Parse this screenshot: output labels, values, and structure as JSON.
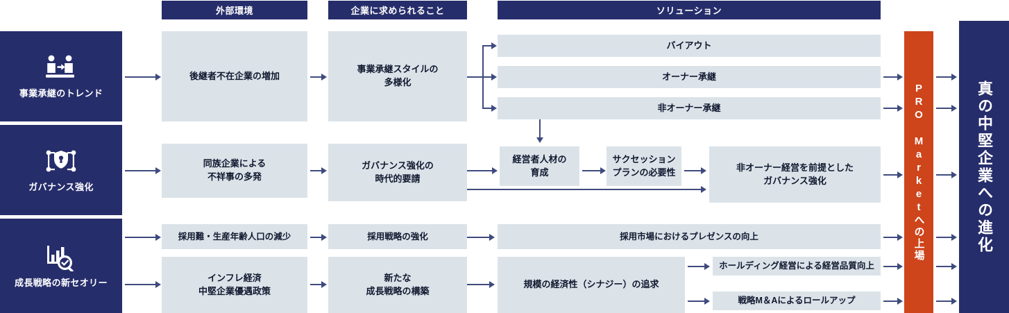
{
  "headers": [
    {
      "id": "external",
      "label": "外部環境"
    },
    {
      "id": "required",
      "label": "企業に求められること"
    },
    {
      "id": "solution",
      "label": "ソリューション"
    }
  ],
  "categories": [
    {
      "id": "succession",
      "label": "事業承継のトレンド",
      "icon": "people-handover-icon"
    },
    {
      "id": "governance",
      "label": "ガバナンス強化",
      "icon": "shield-keyhole-network-icon"
    },
    {
      "id": "growth",
      "label": "成長戦略の新セオリー",
      "icon": "bar-chart-magnifier-check-icon"
    }
  ],
  "external": [
    {
      "id": "ext-1",
      "label": "後継者不在企業の増加"
    },
    {
      "id": "ext-2",
      "label": "同族企業による\n不祥事の多発"
    },
    {
      "id": "ext-3",
      "label": "採用難・生産年齢人口の減少"
    },
    {
      "id": "ext-4",
      "label": "インフレ経済\n中堅企業優遇政策"
    }
  ],
  "required": [
    {
      "id": "req-1",
      "label": "事業承継スタイルの\n多様化"
    },
    {
      "id": "req-2",
      "label": "ガバナンス強化の\n時代的要請"
    },
    {
      "id": "req-3",
      "label": "採用戦略の強化"
    },
    {
      "id": "req-4",
      "label": "新たな\n成長戦略の構築"
    }
  ],
  "solutions": [
    {
      "id": "sol-buyout",
      "label": "バイアウト"
    },
    {
      "id": "sol-owner",
      "label": "オーナー承継"
    },
    {
      "id": "sol-nonowner",
      "label": "非オーナー承継"
    },
    {
      "id": "sol-talent",
      "label": "経営者人材の\n育成"
    },
    {
      "id": "sol-succession-plan",
      "label": "サクセッション\nプランの必要性"
    },
    {
      "id": "sol-nonowner-gov",
      "label": "非オーナー経営を前提とした\nガバナンス強化"
    },
    {
      "id": "sol-presence",
      "label": "採用市場におけるプレゼンスの向上"
    },
    {
      "id": "sol-scale",
      "label": "規模の経済性（シナジー）の追求"
    },
    {
      "id": "sol-holding",
      "label": "ホールディング経営による経営品質向上"
    },
    {
      "id": "sol-ma",
      "label": "戦略M＆Aによるロールアップ"
    }
  ],
  "outcome": {
    "listing_label": "PRO Marketへの上場",
    "final_label": "真の中堅企業への進化"
  },
  "colors": {
    "navy": "#262d6b",
    "light_box": "#dbe3e9",
    "orange": "#ce441b",
    "connector": "#3f4a7e",
    "text_dark": "#10182f"
  }
}
